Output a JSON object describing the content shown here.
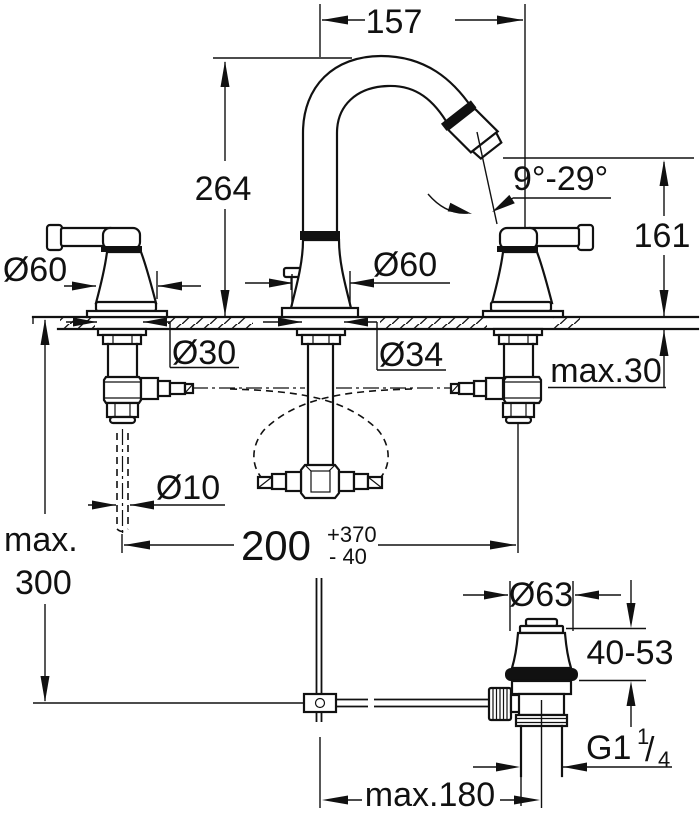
{
  "drawing": {
    "type": "faucet-installation-dimension-drawing",
    "colors": {
      "line": "#111111",
      "background": "#ffffff"
    },
    "labels": {
      "spout_reach": "157",
      "height_to_spout_top": "264",
      "stream_angle": "9°-29°",
      "spout_outlet_height": "161",
      "handle_base_dia": "Ø60",
      "spout_base_dia": "Ø60",
      "side_hole_dia": "Ø30",
      "center_hole_dia": "Ø34",
      "deck_max_thickness": "max.30",
      "pull_rod_hole_dia": "Ø10",
      "hole_spacing": "200",
      "hole_spacing_tol_plus": "+370",
      "hole_spacing_tol_minus": "- 40",
      "depth_max_word": "max.",
      "depth_max_value": "300",
      "waste_flange_dia": "Ø63",
      "waste_clamp_range": "40-53",
      "waste_thread_prefix": "G1",
      "waste_thread_numerator": "1",
      "waste_thread_slash": "/",
      "waste_thread_denominator": "4",
      "waste_max_offset": "max.180"
    }
  }
}
